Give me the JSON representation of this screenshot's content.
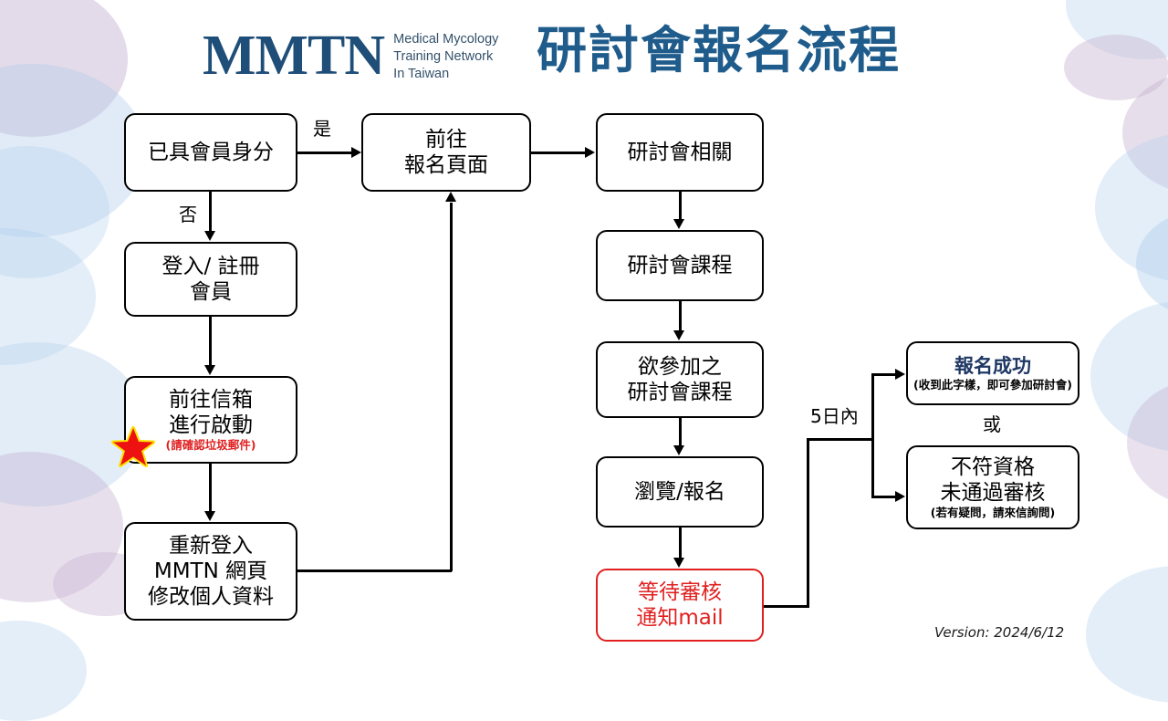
{
  "brand": {
    "logo_mark": "MMTN",
    "logo_line1": "Medical Mycology",
    "logo_line2": "Training Network",
    "logo_line3": "In Taiwan",
    "logo_color": "#1F4E79"
  },
  "title": "研討會報名流程",
  "title_color": "#1F5C8B",
  "nodes": {
    "member_check": {
      "line1": "已具會員身分"
    },
    "login_register": {
      "line1": "登入/ 註冊",
      "line2": "會員"
    },
    "activate_mail": {
      "line1": "前往信箱",
      "line2": "進行啟動",
      "note": "(請確認垃圾郵件)"
    },
    "relogin_profile": {
      "line1": "重新登入",
      "line2": "MMTN 網頁",
      "line3": "修改個人資料"
    },
    "go_signup_page": {
      "line1": "前往",
      "line2": "報名頁面"
    },
    "seminar_info": {
      "line1": "研討會相關"
    },
    "seminar_courses": {
      "line1": "研討會課程"
    },
    "desired_courses": {
      "line1": "欲參加之",
      "line2": "研討會課程"
    },
    "browse_signup": {
      "line1": "瀏覽/報名"
    },
    "await_review": {
      "line1": "等待審核",
      "line2": "通知mail"
    },
    "success": {
      "line1": "報名成功",
      "note": "(收到此字樣，即可參加研討會)"
    },
    "rejected": {
      "line1": "不符資格",
      "line2": "未通過審核",
      "note": "(若有疑問，請來信詢問)"
    }
  },
  "edge_labels": {
    "yes": "是",
    "no": "否",
    "within_5_days": "5日內",
    "or": "或"
  },
  "colors": {
    "alert_red": "#E02020",
    "navy": "#1F3864",
    "star_fill": "#EE1111",
    "star_glow": "#FFE000"
  },
  "footer": {
    "version": "Version: 2024/6/12"
  }
}
